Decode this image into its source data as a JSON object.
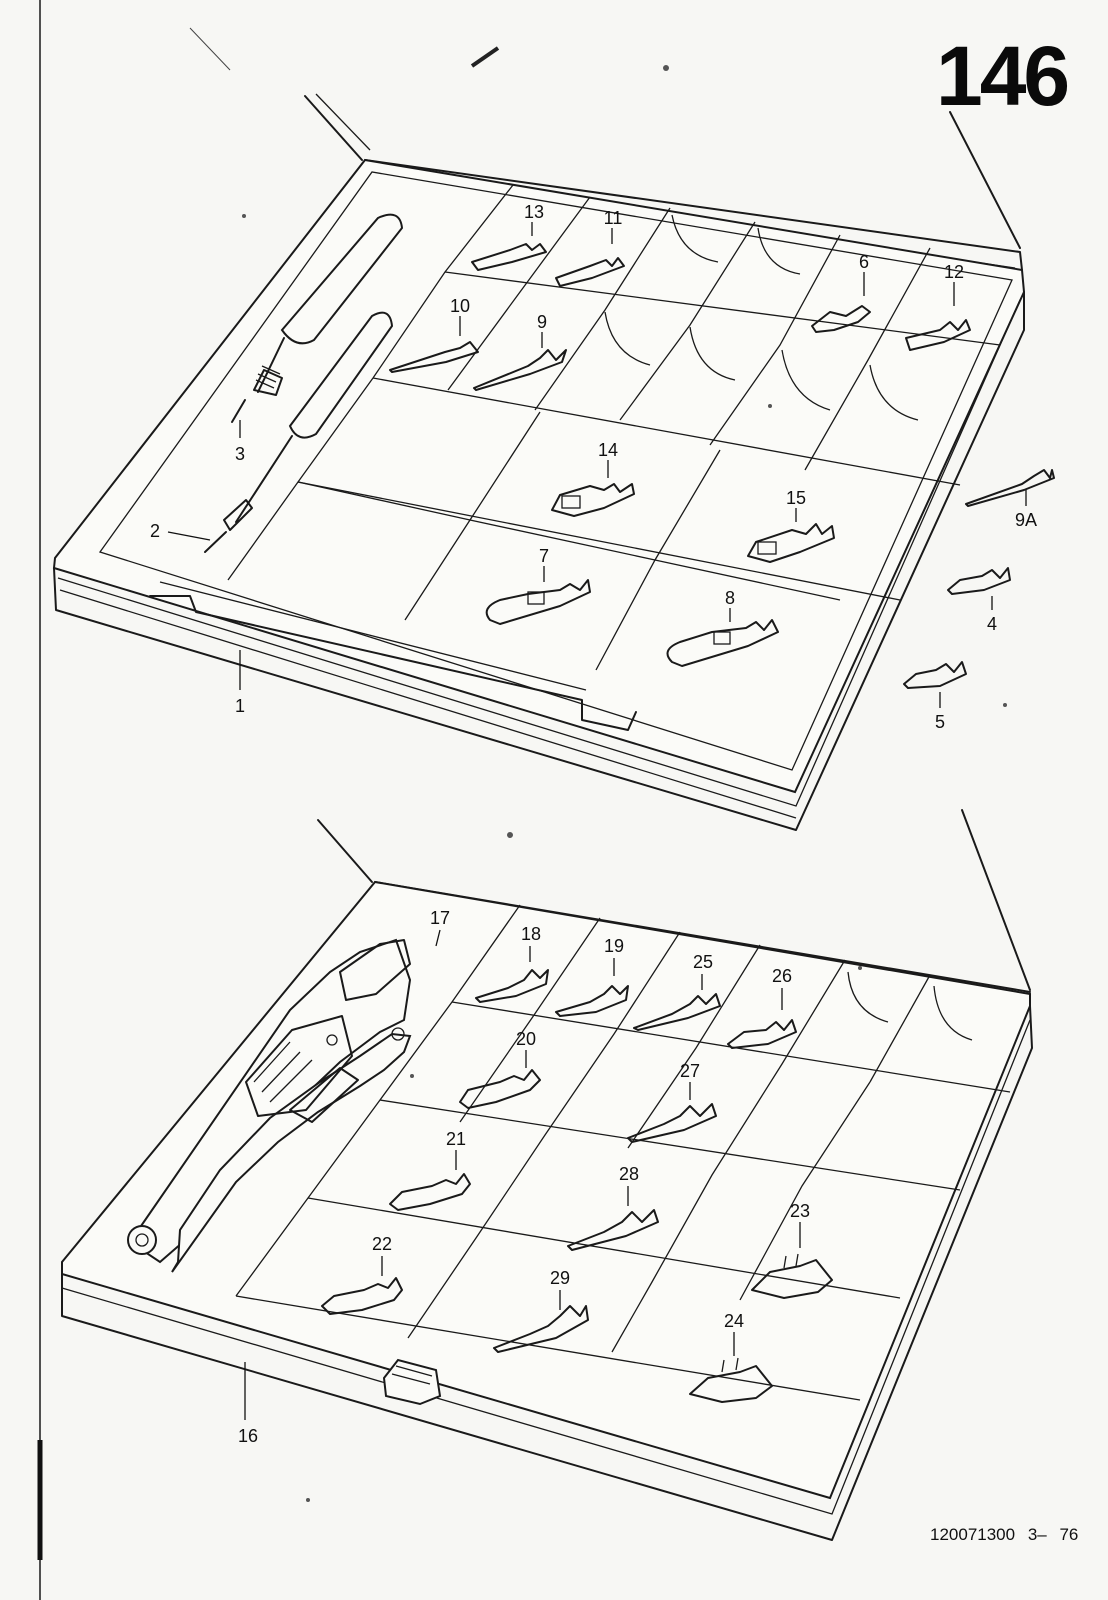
{
  "page_number": "146",
  "footer": {
    "reference": "120071300",
    "date": "3– 76"
  },
  "callouts": {
    "c1": "1",
    "c2": "2",
    "c3": "3",
    "c4": "4",
    "c5": "5",
    "c6": "6",
    "c7": "7",
    "c8": "8",
    "c9": "9",
    "c9a": "9A",
    "c10": "10",
    "c11": "11",
    "c12": "12",
    "c13": "13",
    "c14": "14",
    "c15": "15",
    "c16": "16",
    "c17": "17",
    "c18": "18",
    "c19": "19",
    "c20": "20",
    "c21": "21",
    "c22": "22",
    "c23": "23",
    "c24": "24",
    "c25": "25",
    "c26": "26",
    "c27": "27",
    "c28": "28",
    "c29": "29"
  }
}
